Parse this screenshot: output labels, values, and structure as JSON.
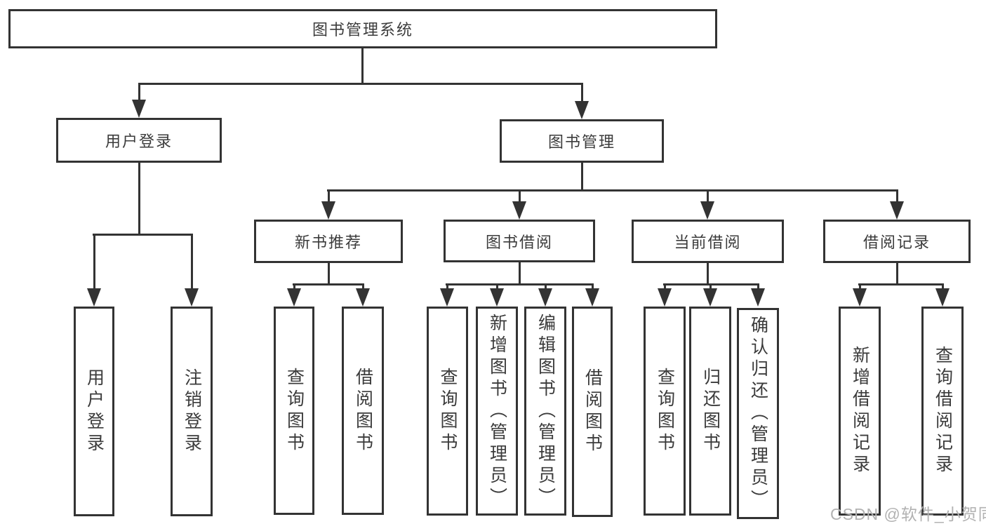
{
  "nodes": {
    "root": "图书管理系统",
    "login": "用户登录",
    "book_mgmt": "图书管理",
    "new_book": "新书推荐",
    "borrow": "图书借阅",
    "current": "当前借阅",
    "record": "借阅记录",
    "login_leaves": [
      "用户登录",
      "注销登录"
    ],
    "new_book_leaves": [
      "查询图书",
      "借阅图书"
    ],
    "borrow_leaves": [
      "查询图书",
      "新增图书（管理员）",
      "编辑图书（管理员）",
      "借阅图书"
    ],
    "current_leaves": [
      "查询图书",
      "归还图书",
      "确认归还（管理员）"
    ],
    "record_leaves": [
      "新增借阅记录",
      "查询借阅记录"
    ]
  },
  "watermark": "CSDN @软件_小贺同学",
  "colors": {
    "line": "#333333",
    "box_border": "#333333",
    "text": "#3b3b3b",
    "background": "#ffffff",
    "watermark": "#b2b2b2"
  }
}
